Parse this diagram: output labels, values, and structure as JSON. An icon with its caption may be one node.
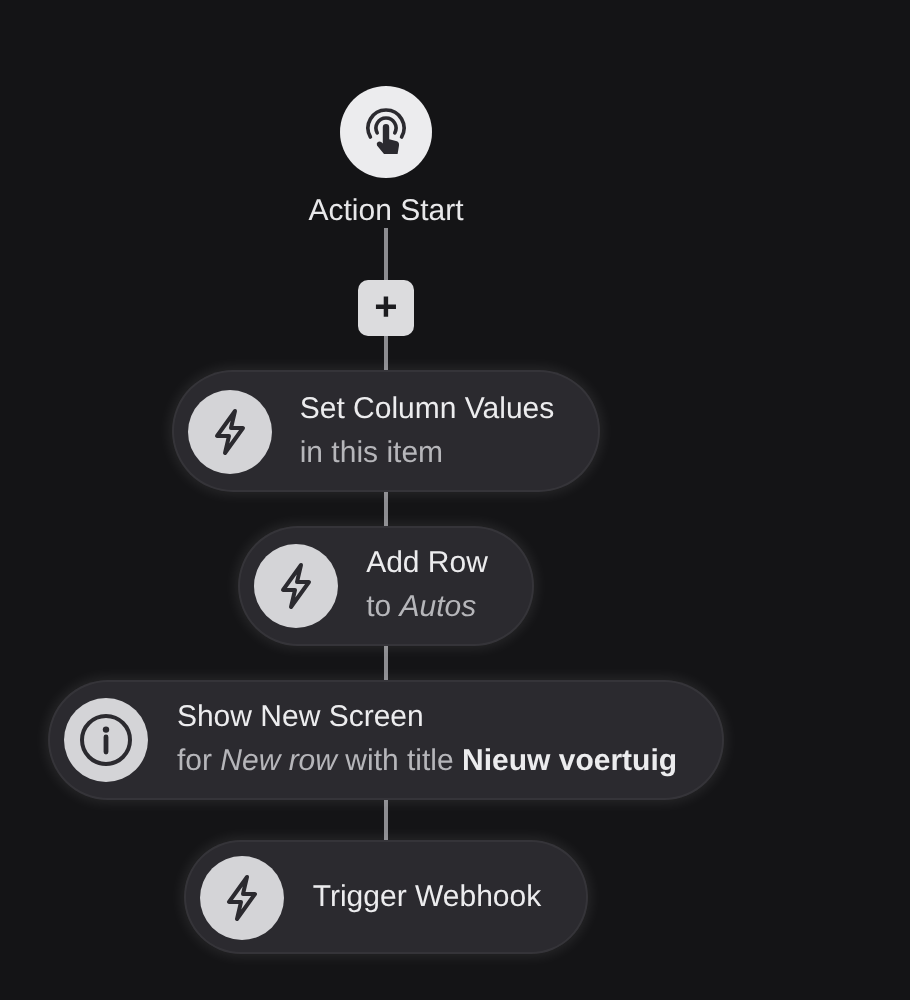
{
  "diagram": {
    "nodes": [
      {
        "text": [
          "Action Start"
        ]
      },
      {
        "text": [
          "+"
        ]
      },
      {
        "text": [
          "Set Column Values",
          "in this item"
        ]
      },
      {
        "text": [
          "Add Row",
          "to *Autos*"
        ]
      },
      {
        "text": [
          "Show New Screen",
          "for *New row* with title **Nieuw voertuig**"
        ]
      },
      {
        "text": [
          "Trigger Webhook"
        ]
      }
    ],
    "edges": [
      {
        "from": 0,
        "to": 1,
        "arrow": "none"
      },
      {
        "from": 1,
        "to": 2,
        "arrow": "none"
      },
      {
        "from": 2,
        "to": 3,
        "arrow": "none"
      },
      {
        "from": 3,
        "to": 4,
        "arrow": "none"
      },
      {
        "from": 4,
        "to": 5,
        "arrow": "none"
      }
    ]
  }
}
